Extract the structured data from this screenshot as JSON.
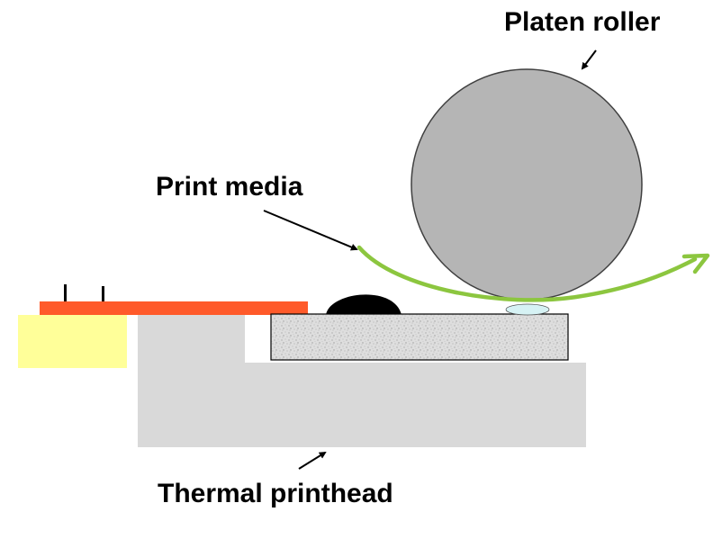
{
  "labels": {
    "platen_roller": "Platen roller",
    "print_media": "Print media",
    "thermal_printhead": "Thermal printhead"
  },
  "colors": {
    "background": "#ffffff",
    "roller_fill": "#b5b5b5",
    "roller_stroke": "#404040",
    "head_body": "#d9d9d9",
    "glaze_fill": "#dedede",
    "flex_cable": "#ff5a2a",
    "connector": "#ffff99",
    "media": "#8cc63f",
    "bead": "#000000",
    "contact": "#d6f2f4"
  }
}
